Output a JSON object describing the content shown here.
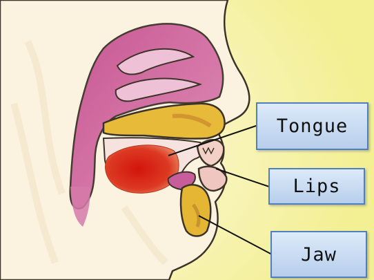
{
  "labels": {
    "tongue": "Tongue",
    "lips": "Lips",
    "jaw": "Jaw"
  },
  "colors": {
    "background": "#f3ef93",
    "skin": "#fbf2e0",
    "nasal_cavity": "#c8508c",
    "tongue": "#d8301c",
    "bone_area": "#e7ba3a",
    "label_box_border": "#4f7fc1",
    "label_box_fill": "#c8dbf2"
  }
}
